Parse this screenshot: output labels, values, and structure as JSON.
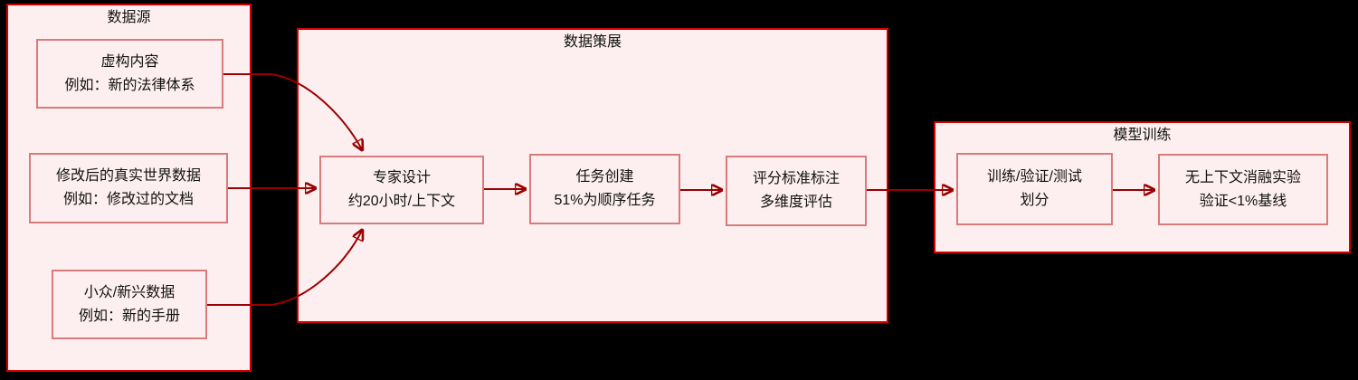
{
  "diagram": {
    "colors": {
      "background": "#000000",
      "container_fill": "#fdefef",
      "container_border": "#d40000",
      "node_border": "#d97b7b",
      "edge": "#990000",
      "text": "#111111"
    },
    "groups": [
      {
        "id": "data-sources",
        "title": "数据源",
        "nodes": [
          {
            "id": "fictional-content",
            "lines": [
              "虚构内容",
              "例如：新的法律体系"
            ]
          },
          {
            "id": "modified-real-world-data",
            "lines": [
              "修改后的真实世界数据",
              "例如：修改过的文档"
            ]
          },
          {
            "id": "niche-emerging-data",
            "lines": [
              "小众/新兴数据",
              "例如：新的手册"
            ]
          }
        ]
      },
      {
        "id": "data-curation",
        "title": "数据策展",
        "nodes": [
          {
            "id": "expert-design",
            "lines": [
              "专家设计",
              "约20小时/上下文"
            ]
          },
          {
            "id": "task-creation",
            "lines": [
              "任务创建",
              "51%为顺序任务"
            ]
          },
          {
            "id": "rubric-annotation",
            "lines": [
              "评分标准标注",
              "多维度评估"
            ]
          }
        ]
      },
      {
        "id": "model-training",
        "title": "模型训练",
        "nodes": [
          {
            "id": "train-val-test-split",
            "lines": [
              "训练/验证/测试",
              "划分"
            ]
          },
          {
            "id": "no-context-ablation",
            "lines": [
              "无上下文消融实验",
              "验证<1%基线"
            ]
          }
        ]
      }
    ],
    "edges": [
      {
        "from": "fictional-content",
        "to": "expert-design"
      },
      {
        "from": "modified-real-world-data",
        "to": "expert-design"
      },
      {
        "from": "niche-emerging-data",
        "to": "expert-design"
      },
      {
        "from": "expert-design",
        "to": "task-creation"
      },
      {
        "from": "task-creation",
        "to": "rubric-annotation"
      },
      {
        "from": "rubric-annotation",
        "to": "train-val-test-split"
      },
      {
        "from": "train-val-test-split",
        "to": "no-context-ablation"
      }
    ]
  }
}
